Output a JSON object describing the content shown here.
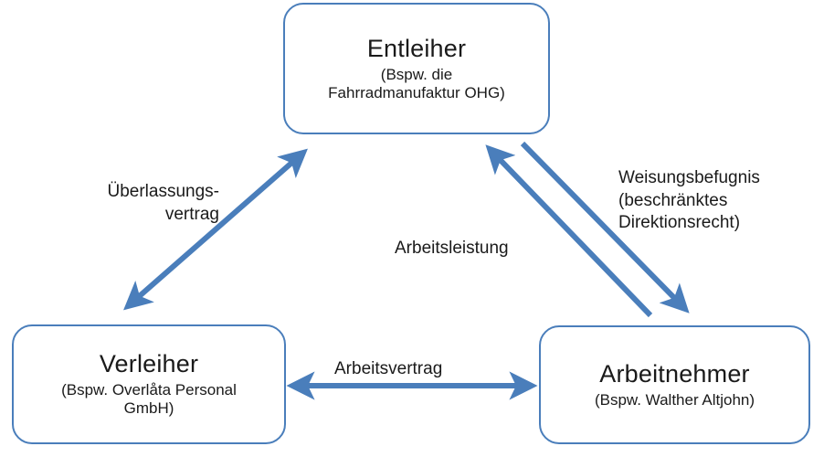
{
  "diagram": {
    "title": "Arbeitnehmerueberlassung Dreiecksverhaeltnis",
    "accent_color": "#4A7EBB",
    "text_color": "#1a1a1a",
    "background_color": "#ffffff"
  },
  "nodes": [
    {
      "id": "entleiher",
      "title": "Entleiher",
      "subtitle": "(Bspw. die\nFahrradmanufaktur OHG)"
    },
    {
      "id": "verleiher",
      "title": "Verleiher",
      "subtitle": "(Bspw. Overlåta Personal\nGmbH)"
    },
    {
      "id": "arbeitnehmer",
      "title": "Arbeitnehmer",
      "subtitle": "(Bspw. Walther Altjohn)"
    }
  ],
  "edges": [
    {
      "id": "ueberlassungsvertrag",
      "label": "Überlassungs-\nvertrag",
      "from": "verleiher",
      "to": "entleiher",
      "heads": "both"
    },
    {
      "id": "arbeitsleistung",
      "label": "Arbeitsleistung",
      "from": "arbeitnehmer",
      "to": "entleiher",
      "heads": "end"
    },
    {
      "id": "weisungsbefugnis",
      "label": "Weisungsbefugnis\n(beschränktes\nDirektionsrecht)",
      "from": "entleiher",
      "to": "arbeitnehmer",
      "heads": "end"
    },
    {
      "id": "arbeitsvertrag",
      "label": "Arbeitsvertrag",
      "from": "verleiher",
      "to": "arbeitnehmer",
      "heads": "both"
    }
  ]
}
